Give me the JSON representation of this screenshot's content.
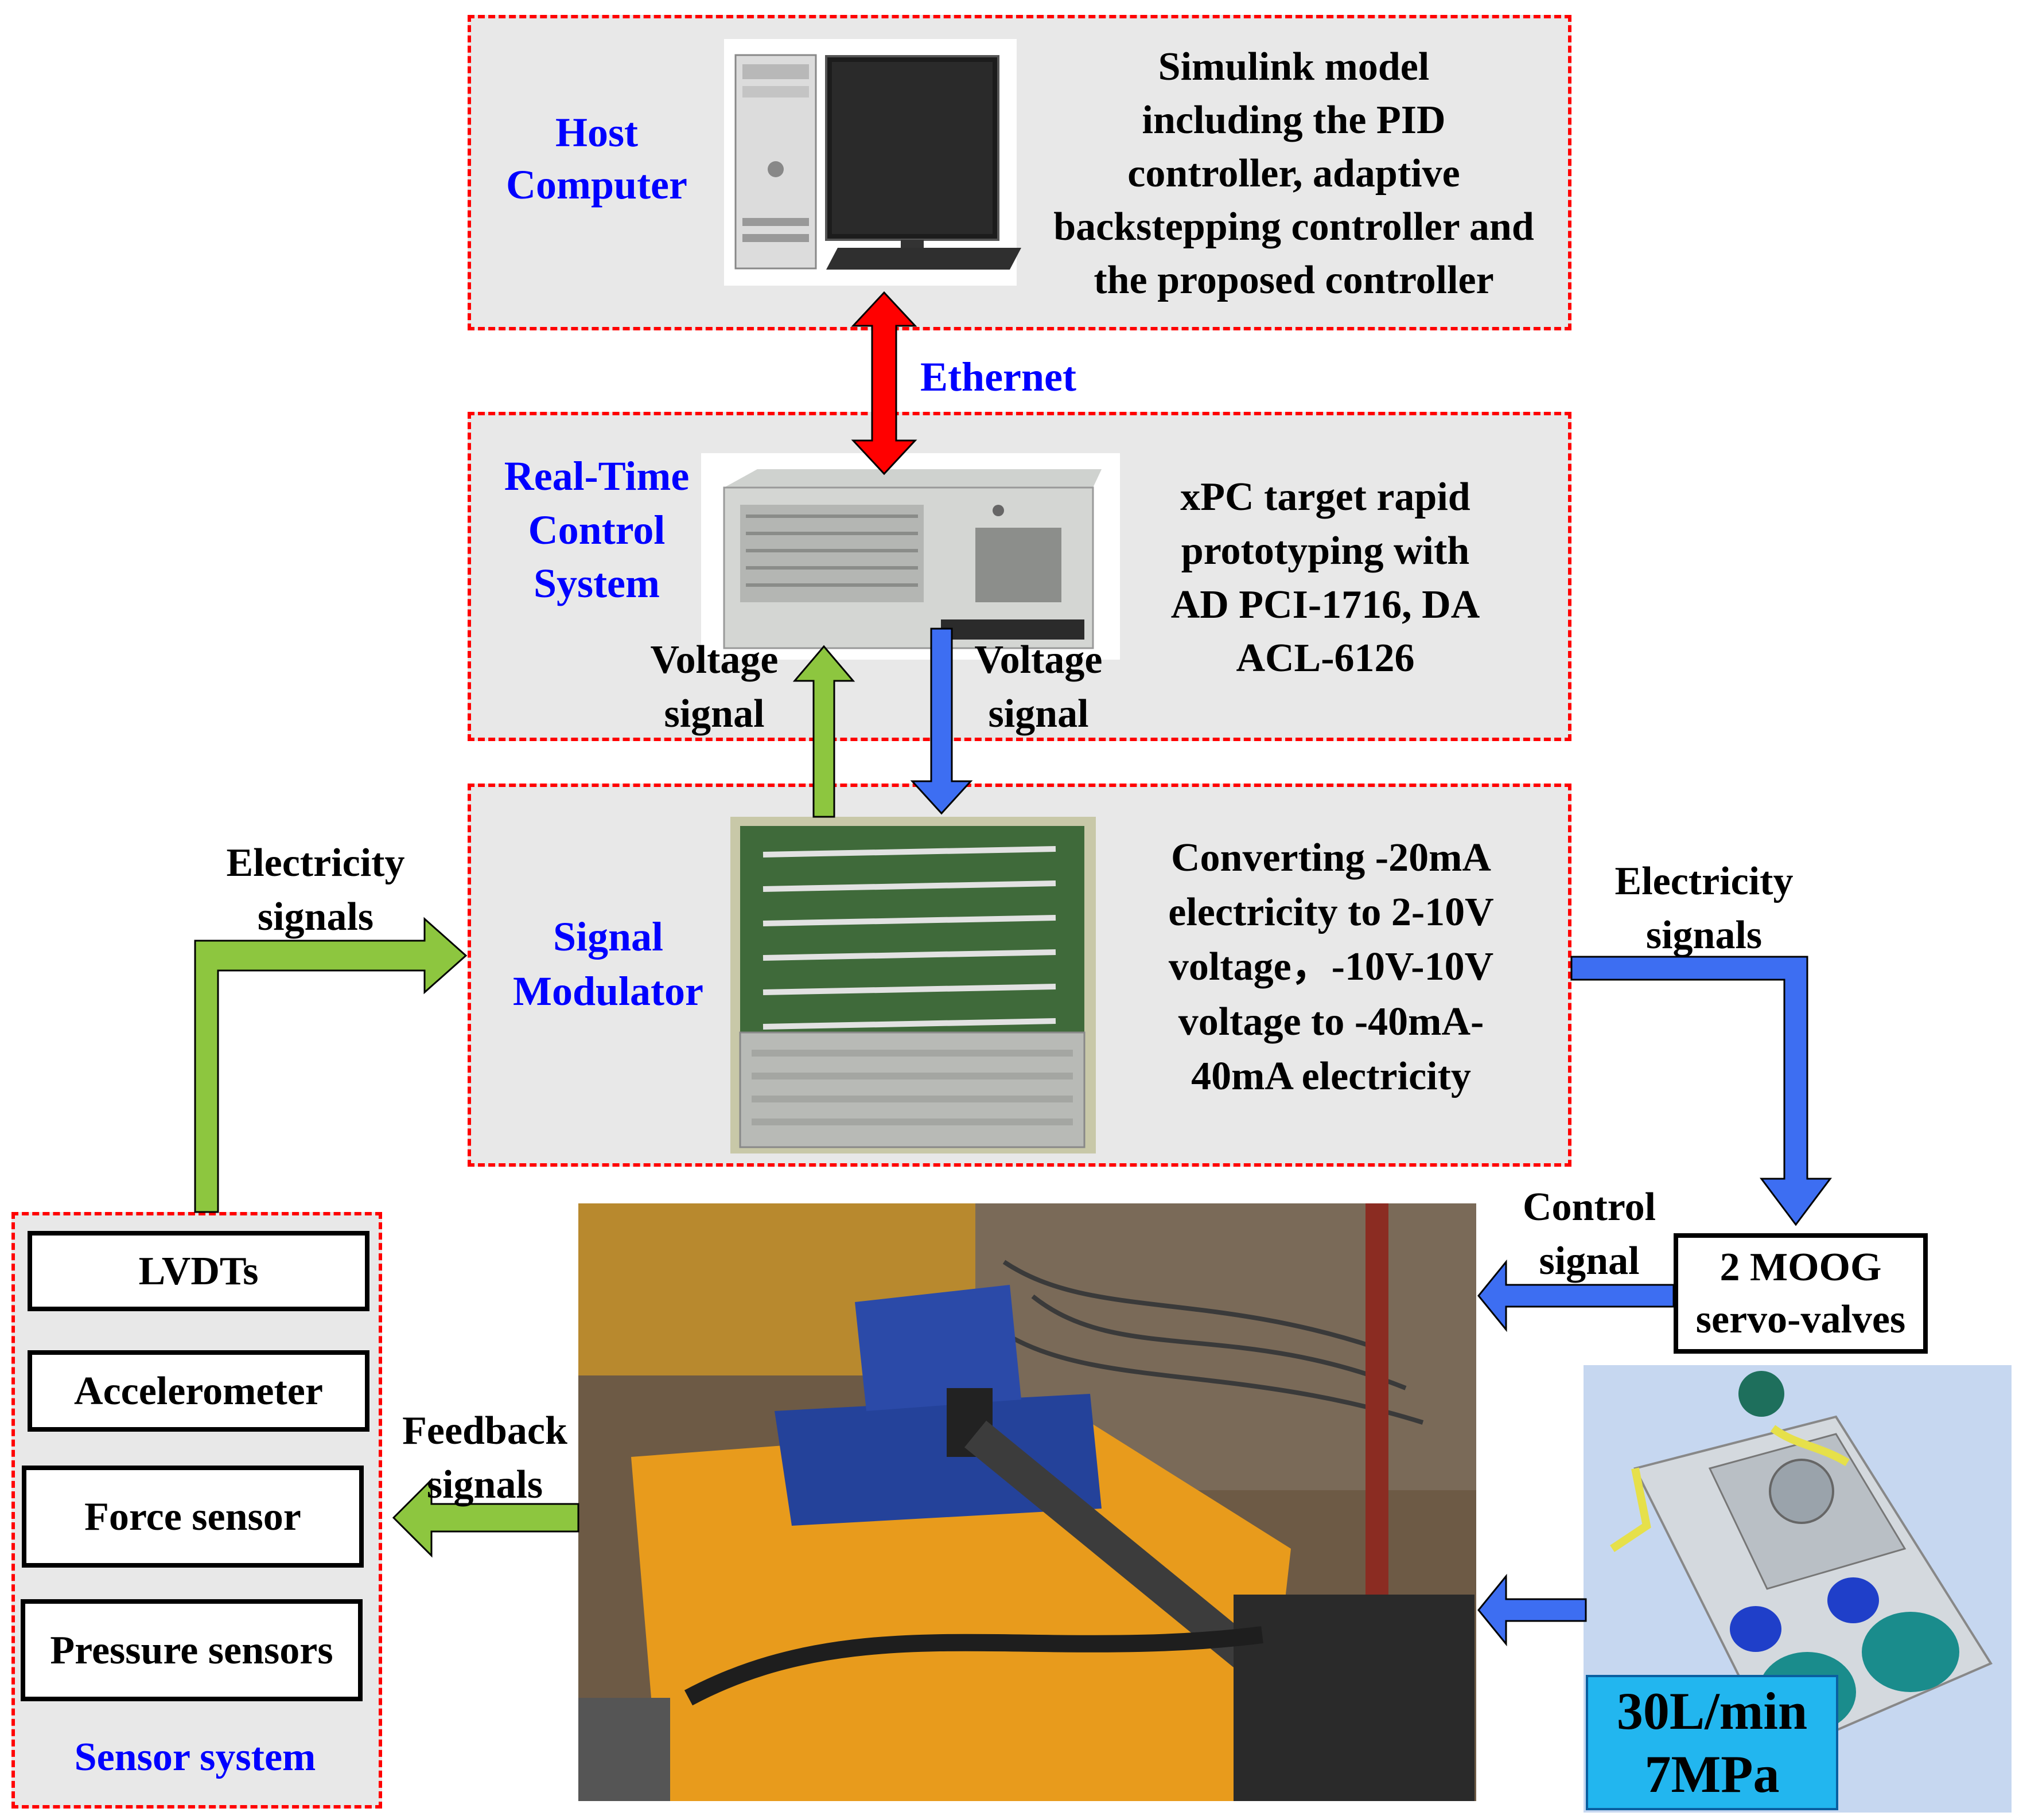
{
  "colors": {
    "label_blue": "#0000ff",
    "panel_border": "#ff0000",
    "arrow_green": "#8dc63f",
    "arrow_blue": "#3d6ef2",
    "arrow_red": "#ff0000",
    "pump_label_bg": "#22b6ef"
  },
  "host": {
    "label": "Host\nComputer",
    "description": "Simulink model\nincluding the PID\ncontroller, adaptive\nbackstepping controller and\nthe proposed controller"
  },
  "ethernet": "Ethernet",
  "rtcs": {
    "label": "Real-Time\nControl\nSystem",
    "description": "xPC target rapid\nprototyping with\nAD PCI-1716, DA\nACL-6126",
    "voltage_up": "Voltage\nsignal",
    "voltage_down": "Voltage\nsignal"
  },
  "modulator": {
    "label": "Signal\nModulator",
    "description": "Converting -20mA\nelectricity to 2-10V\nvoltage，-10V-10V\nvoltage to -40mA-\n40mA electricity"
  },
  "electricity_left": "Electricity\nsignals",
  "electricity_right": "Electricity\nsignals",
  "control_signal": "Control\nsignal",
  "feedback": "Feedback\nsignals",
  "servo": "2 MOOG\nservo-valves",
  "sensors": {
    "items": [
      "LVDTs",
      "Accelerometer",
      "Force sensor",
      "Pressure sensors"
    ],
    "label": "Sensor system"
  },
  "pump": "30L/min\n7MPa"
}
